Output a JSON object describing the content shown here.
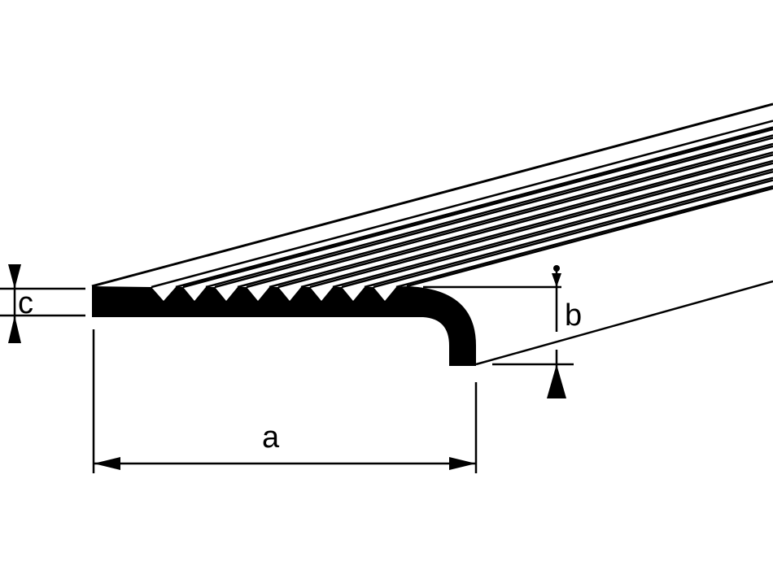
{
  "diagram": {
    "dimension_labels": {
      "a": "a",
      "b": "b",
      "c": "c"
    },
    "ink_color": "#000000",
    "background_color": "#ffffff"
  }
}
